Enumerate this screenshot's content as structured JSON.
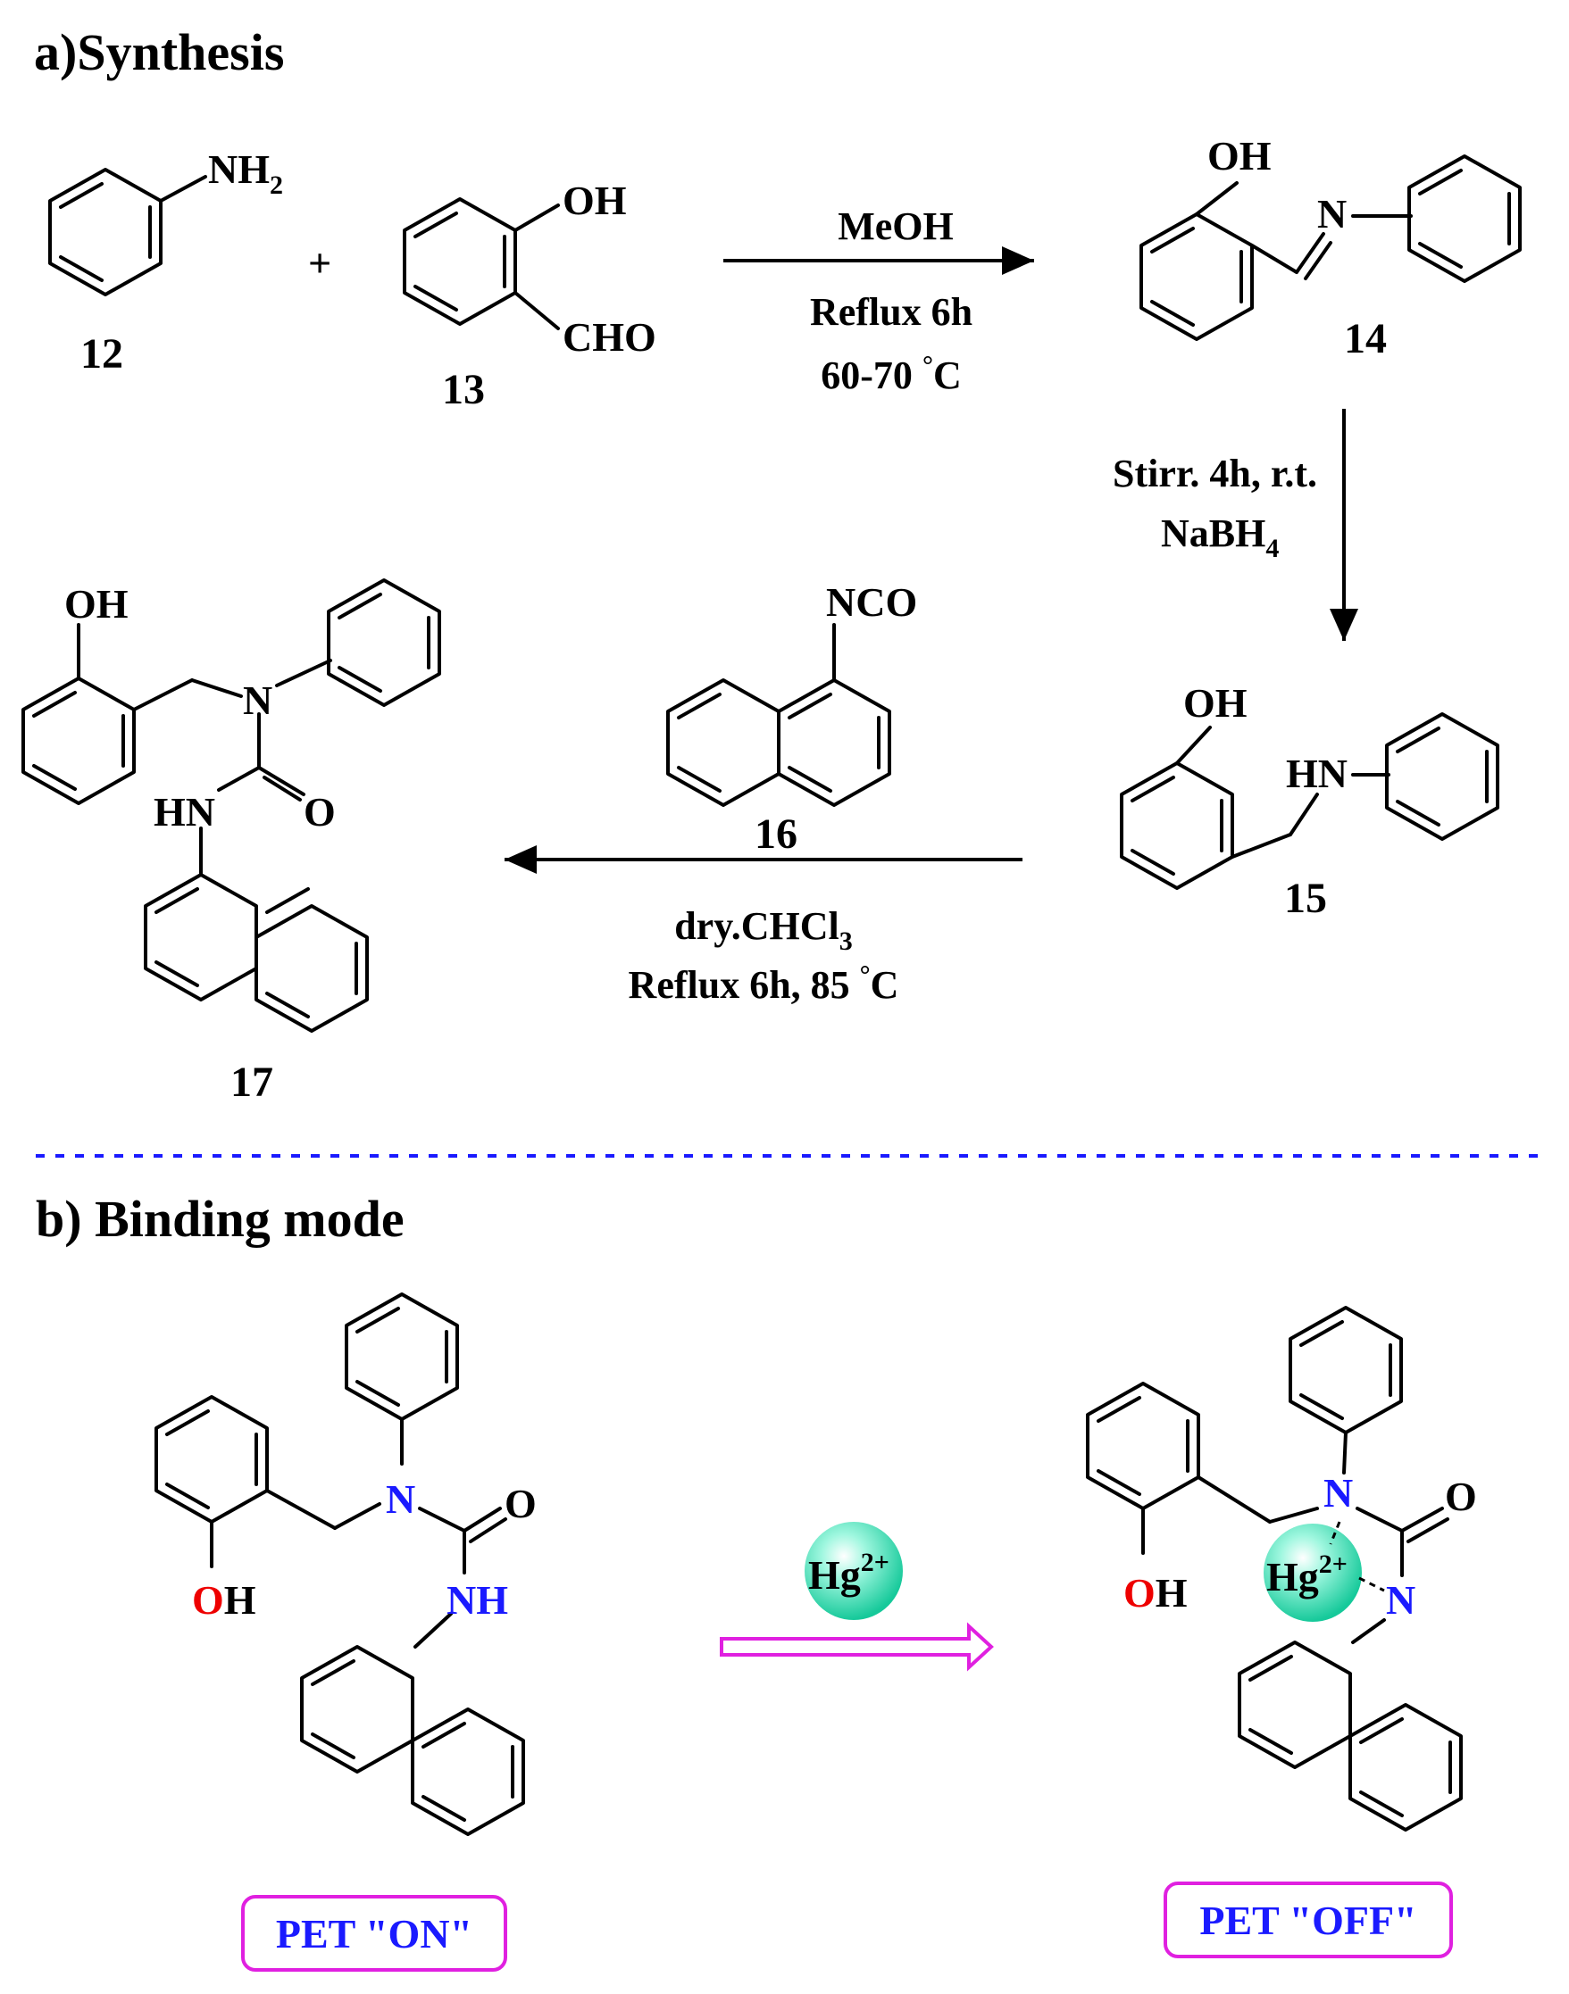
{
  "sections": {
    "a_title": "a)Synthesis",
    "b_title": "b) Binding mode"
  },
  "compounds": {
    "c12": {
      "number": "12",
      "nh2": "NH",
      "nh2_sub": "2"
    },
    "plus": "+",
    "c13": {
      "number": "13",
      "oh": "OH",
      "cho": "CHO"
    },
    "c14": {
      "number": "14",
      "oh": "OH",
      "n": "N"
    },
    "c15": {
      "number": "15",
      "oh": "OH",
      "hn": "HN"
    },
    "c16": {
      "number": "16",
      "nco": "NCO"
    },
    "c17": {
      "number": "17",
      "oh": "OH",
      "n": "N",
      "hn": "HN",
      "o": "O"
    }
  },
  "steps": {
    "step1": {
      "line1": "MeOH",
      "line2": "Reflux 6h",
      "line3_prefix": "60-70 ",
      "degree": "°",
      "line3_suffix": "C"
    },
    "step2": {
      "line1": "Stirr. 4h, r.t.",
      "line2": "NaBH",
      "line2_sub": "4"
    },
    "step3": {
      "line1": "dry.CHCl",
      "line1_sub": "3",
      "line2_prefix": "Reflux 6h, 85 ",
      "degree": "°",
      "line2_suffix": "C"
    }
  },
  "binding": {
    "free": {
      "o": "O",
      "h": "H",
      "n": "N",
      "o2": "O",
      "nh": "NH",
      "state": "PET \"ON\""
    },
    "ion": {
      "symbol": "Hg",
      "charge": "2+"
    },
    "complex": {
      "o": "O",
      "h": "H",
      "n1": "N",
      "o2": "O",
      "n2": "N",
      "state": "PET \"OFF\""
    }
  },
  "colors": {
    "heteroatom_blue": "#1a1aff",
    "oxygen_red": "#ee0000",
    "divider": "#1a1aff",
    "pet_box": "#e020e0",
    "mercury_ion": "#30e0b0"
  }
}
